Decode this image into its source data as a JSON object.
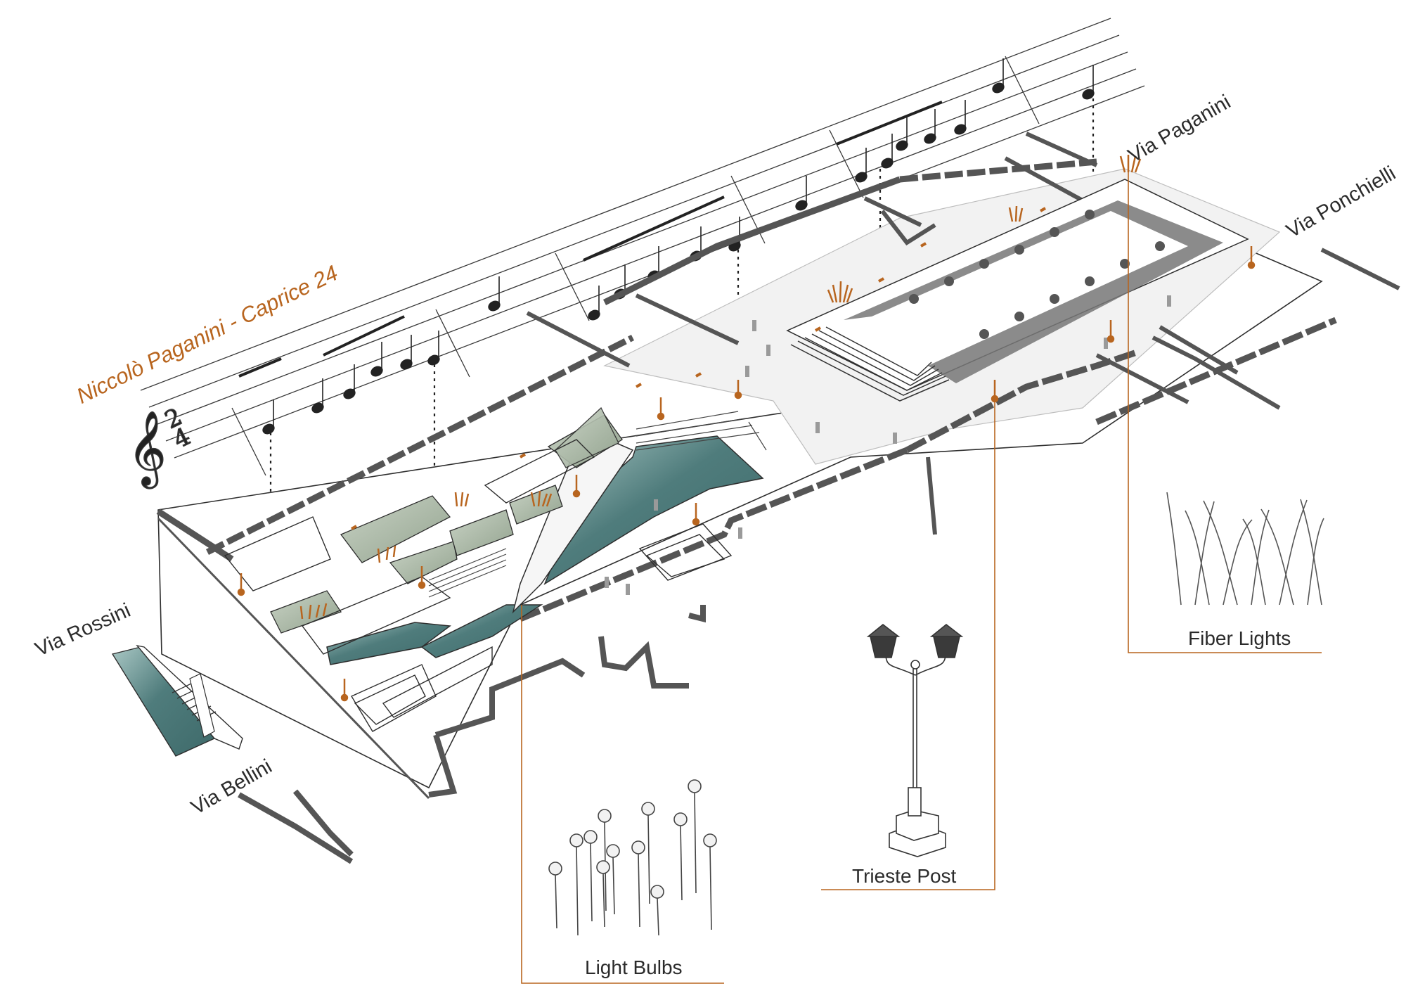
{
  "colors": {
    "accent": "#b8651f",
    "water": "#4f7c7c",
    "water_light": "#a9c7c4",
    "green_roof": "#aab8a6",
    "ink": "#2b2b2b",
    "wall": "#555555",
    "paving": "#e6e6e6"
  },
  "score": {
    "title": "Niccolò Paganini -  Caprice 24",
    "time_signature_top": "2",
    "time_signature_bottom": "4",
    "clef_icon": "treble-clef-icon"
  },
  "streets": {
    "via_rossini": "Via Rossini",
    "via_bellini": "Via Bellini",
    "via_paganini": "Via Paganini",
    "via_ponchielli": "Via Ponchielli"
  },
  "fixtures": {
    "light_bulbs": {
      "label": "Light Bulbs",
      "icon": "light-bulb-posts-icon"
    },
    "trieste_post": {
      "label": "Trieste Post",
      "icon": "street-lamp-icon"
    },
    "fiber_lights": {
      "label": "Fiber Lights",
      "icon": "fiber-lights-icon"
    }
  }
}
